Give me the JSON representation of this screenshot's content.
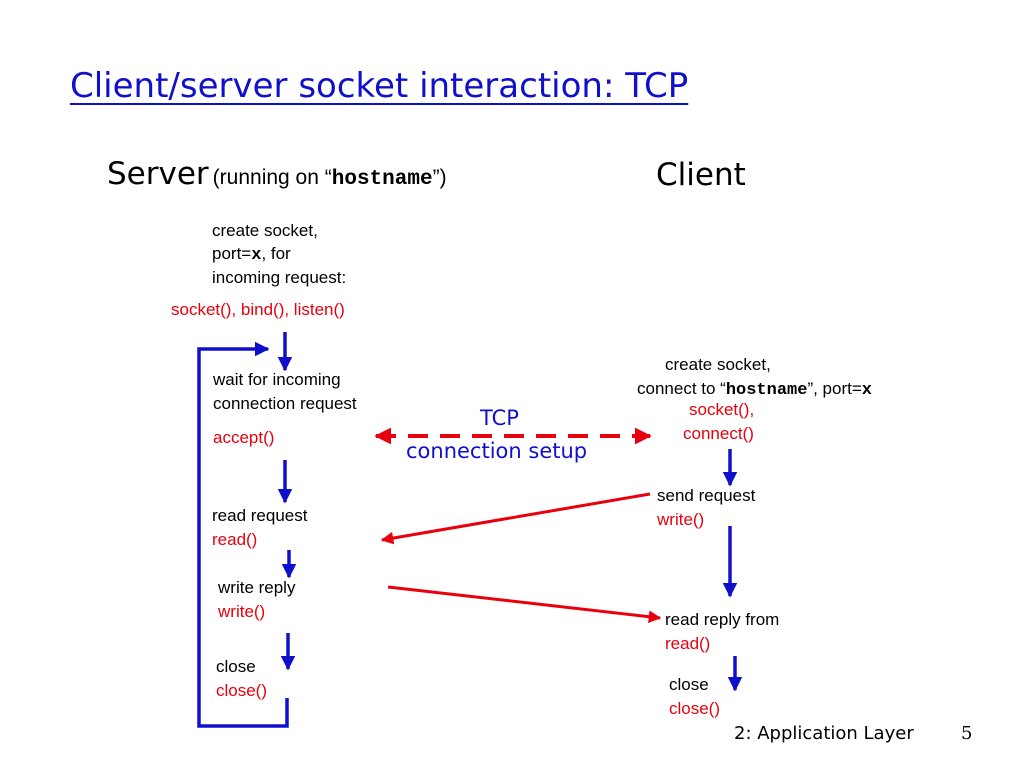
{
  "title": "Client/server socket interaction: TCP",
  "server_header": {
    "main": "Server",
    "detail_open": "(running on “",
    "hostname": "hostname",
    "detail_close": "”)"
  },
  "client_header": "Client",
  "server": {
    "create": {
      "line1": "create socket,",
      "line2_prefix": "port=",
      "line2_var": "x",
      "line2_suffix": ", for",
      "line3": "incoming request:",
      "call": "socket(), bind(), listen()"
    },
    "wait": {
      "line1": "wait for incoming",
      "line2": "connection request",
      "call": "accept()"
    },
    "read": {
      "label": "read request",
      "call": "read()"
    },
    "write": {
      "label": "write reply",
      "call": "write()"
    },
    "close": {
      "label": "close",
      "call": "close()"
    }
  },
  "client": {
    "create": {
      "line1": "create socket,",
      "line2_prefix": "connect to “",
      "line2_host": "hostname",
      "line2_mid": "”, port=",
      "line2_var": "x",
      "call1": "socket(),",
      "call2": "connect()"
    },
    "send": {
      "label": "send request",
      "call": "write()"
    },
    "read": {
      "label": "read reply from",
      "call": "read()"
    },
    "close": {
      "label": "close",
      "call": "close()"
    }
  },
  "tcp_setup": {
    "line1": "TCP",
    "line2": "connection setup"
  },
  "footer": {
    "section": "2: Application Layer",
    "page": "5"
  },
  "colors": {
    "blue": "#1010cc",
    "red": "#e8000d",
    "black": "#000000"
  }
}
